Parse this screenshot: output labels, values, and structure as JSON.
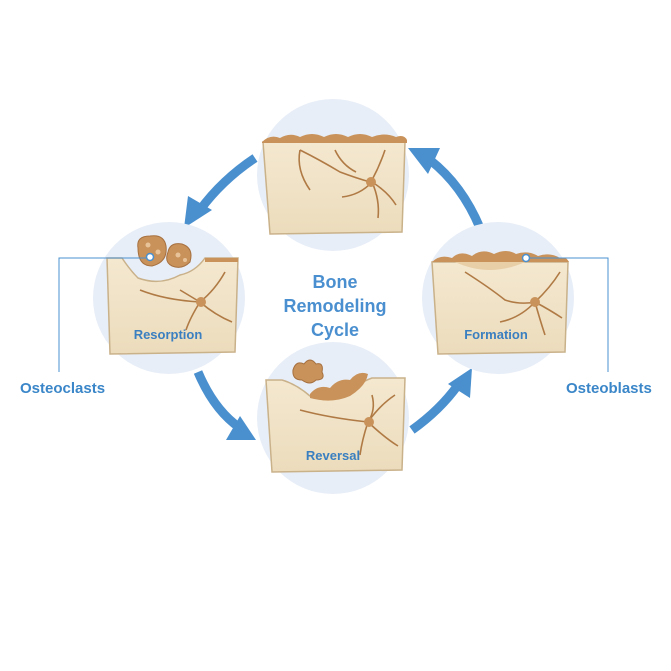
{
  "title": {
    "line1": "Bone",
    "line2": "Remodeling",
    "line3": "Cycle"
  },
  "stages": {
    "resorption": "Resorption",
    "reversal": "Reversal",
    "formation": "Formation"
  },
  "callouts": {
    "osteoclasts": "Osteoclasts",
    "osteoblasts": "Osteoblasts"
  },
  "colors": {
    "arrow": "#4a90cf",
    "circle": "#e8eef7",
    "bone": "#f1e3c8",
    "bone_edge": "#c9b18a",
    "cell": "#c9925a",
    "label": "#3a86c8"
  }
}
